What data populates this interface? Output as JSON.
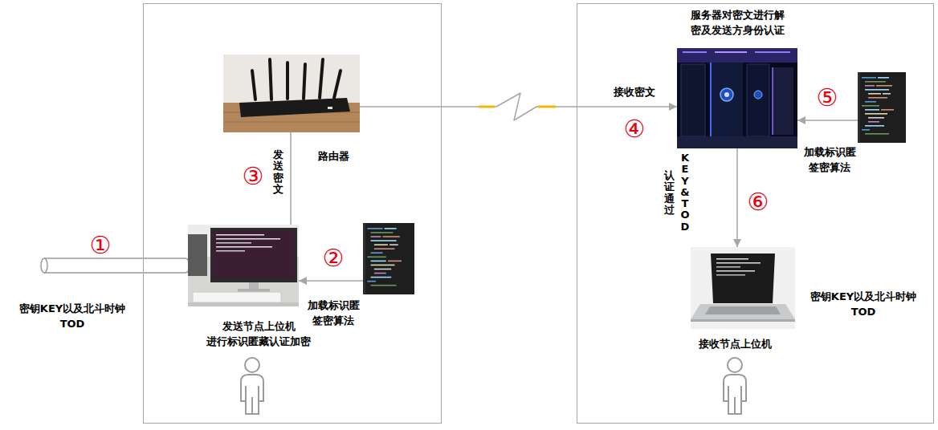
{
  "diagram": {
    "nodes": [
      {
        "text": []
      },
      {
        "text": [
          "路由器"
        ],
        "in": 0
      },
      {
        "text": [
          "发送节点上位机 进行标识匿藏认证加密"
        ],
        "in": 0
      },
      {
        "text": [
          "加载标识匿 签密算法"
        ],
        "in": 0
      },
      {
        "text": []
      },
      {
        "text": [
          "服务器对密文进行解 密及发送方身份认证"
        ],
        "in": 4
      },
      {
        "text": [
          "加载标识匿 签密算法"
        ],
        "in": 4
      },
      {
        "text": [
          "接收节点上位机"
        ],
        "in": 4
      }
    ],
    "edges": [
      {
        "from": 3,
        "to": 2,
        "arrow": "to"
      },
      {
        "from": 2,
        "to": 1,
        "arrow": "none",
        "label": "发送密文"
      },
      {
        "from": 1,
        "to": 5,
        "arrow": "to",
        "label": "接收密文"
      },
      {
        "from": 6,
        "to": 5,
        "arrow": "to"
      },
      {
        "from": 5,
        "to": 7,
        "arrow": "to",
        "label": "KEY&TOD"
      }
    ],
    "labels": [
      "①",
      "密钥KEY以及北斗时钟 TOD",
      "②",
      "③",
      "④",
      "⑤",
      "认证通过",
      "⑥",
      "密钥KEY以及北斗时钟 TOD"
    ]
  }
}
